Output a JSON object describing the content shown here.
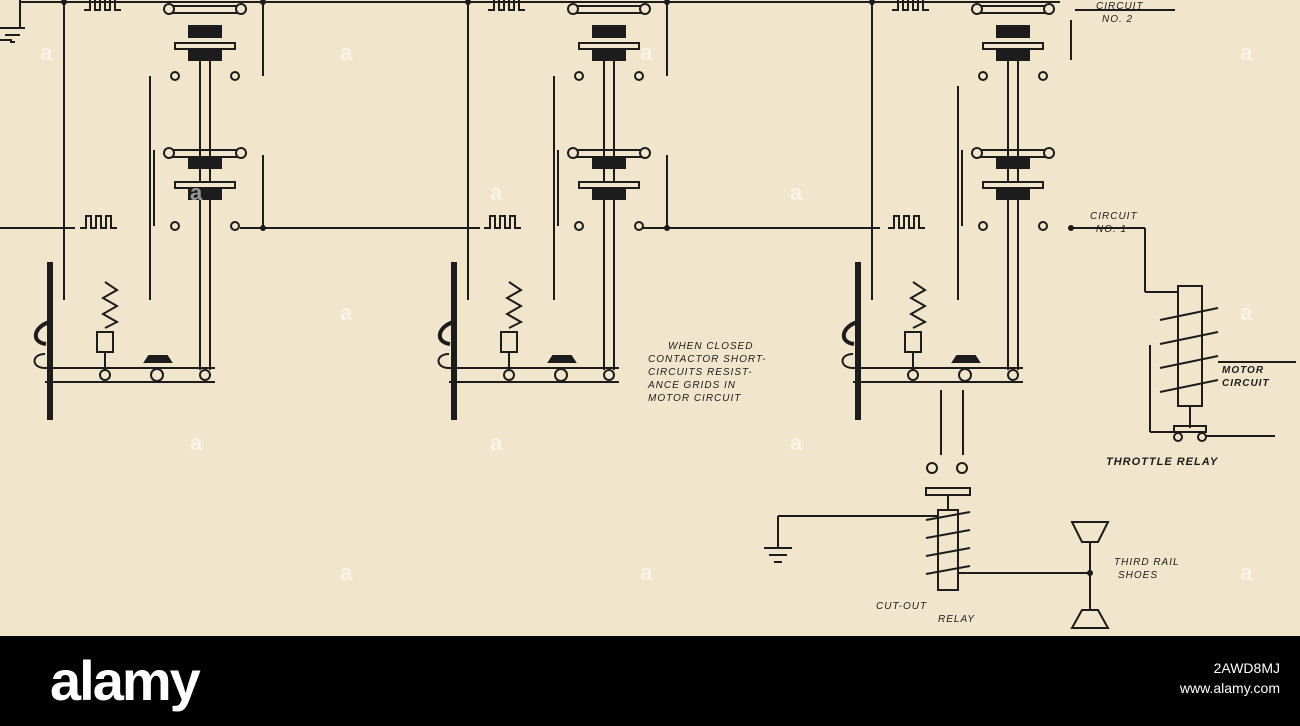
{
  "diagram": {
    "labels": {
      "circuit_no2_a": "CIRCUIT",
      "circuit_no2_b": "NO. 2",
      "circuit_no1_a": "CIRCUIT",
      "circuit_no1_b": "NO. 1",
      "motor_circuit_a": "MOTOR",
      "motor_circuit_b": "CIRCUIT",
      "throttle_relay": "THROTTLE RELAY",
      "contactor_note": [
        "WHEN CLOSED",
        "CONTACTOR SHORT-",
        "CIRCUITS RESIST-",
        "ANCE GRIDS IN",
        "MOTOR CIRCUIT"
      ],
      "third_rail_a": "THIRD RAIL",
      "third_rail_b": "SHOES",
      "cutout_a": "CUT-OUT",
      "cutout_b": "RELAY"
    },
    "watermark": "a"
  },
  "footer": {
    "logo_text": "alamy",
    "image_id": "2AWD8MJ",
    "site": "www.alamy.com"
  },
  "colors": {
    "paper": "#f1e6cb",
    "ink": "#1c1c1c",
    "footer_bg": "#000000"
  }
}
